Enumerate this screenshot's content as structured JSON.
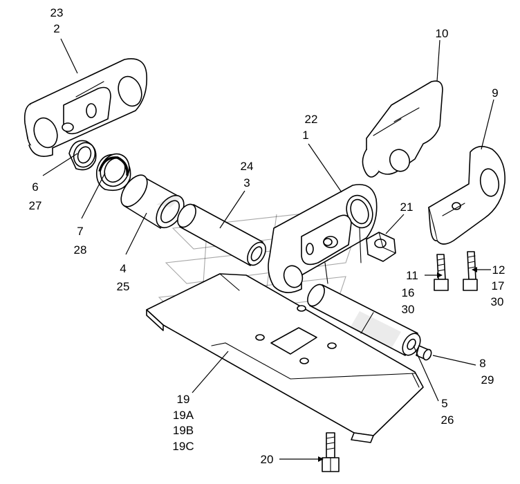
{
  "callouts": {
    "link_upper_left": [
      "23",
      "2"
    ],
    "seal_ring": [
      "6",
      "27"
    ],
    "dust_seal": [
      "7",
      "28"
    ],
    "bushing": [
      "4",
      "25"
    ],
    "pin": [
      "24",
      "3"
    ],
    "link_center": [
      "22",
      "1"
    ],
    "link_right_upper": [
      "10"
    ],
    "link_right_lower": [
      "9"
    ],
    "nut": [
      "21"
    ],
    "bolt_left": [
      "11",
      "16",
      "30"
    ],
    "bolt_right": [
      "12",
      "17",
      "30"
    ],
    "plug": [
      "8",
      "29"
    ],
    "master_pin": [
      "5",
      "26"
    ],
    "shoe": [
      "19",
      "19A",
      "19B",
      "19C"
    ],
    "shoe_bolt": [
      "20"
    ]
  }
}
